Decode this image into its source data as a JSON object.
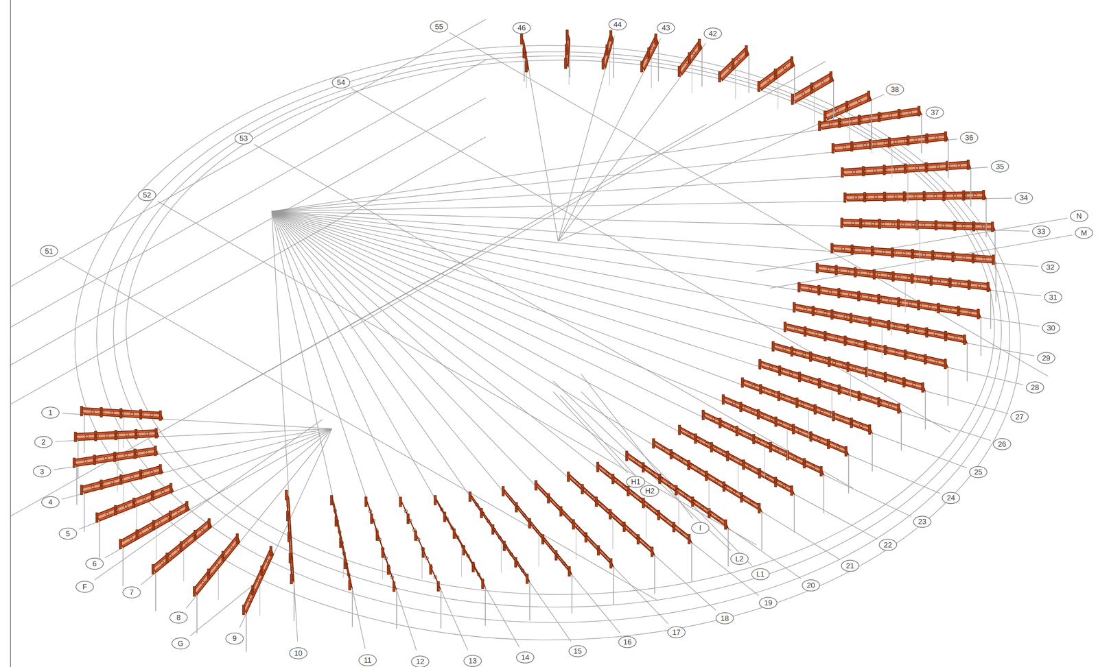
{
  "diagram": {
    "labels": [
      "1",
      "2",
      "3",
      "4",
      "5",
      "6",
      "7",
      "8",
      "9",
      "10",
      "11",
      "12",
      "13",
      "14",
      "15",
      "16",
      "17",
      "18",
      "19",
      "20",
      "21",
      "22",
      "23",
      "24",
      "25",
      "26",
      "27",
      "28",
      "29",
      "30",
      "31",
      "32",
      "33",
      "34",
      "35",
      "36",
      "37",
      "38",
      "42",
      "43",
      "44",
      "46",
      "51",
      "52",
      "53",
      "54",
      "55",
      "F",
      "G",
      "H1",
      "H2",
      "I",
      "L1",
      "L2",
      "M",
      "N"
    ]
  }
}
